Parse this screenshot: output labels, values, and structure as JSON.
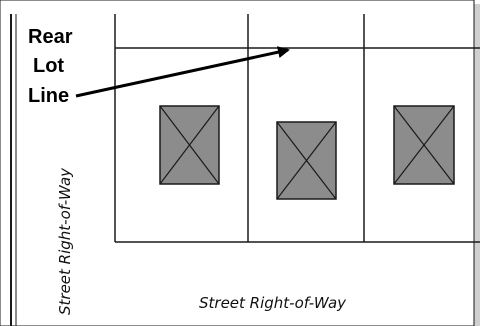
{
  "labels": {
    "rear_lot_line_1": "Rear",
    "rear_lot_line_2": "Lot",
    "rear_lot_line_3": "Line",
    "street_vertical": "Street Right-of-Way",
    "street_horizontal": "Street Right-of-Way"
  },
  "colors": {
    "background": "#ffffff",
    "lines": "#1a1a1a",
    "building_fill": "#8c8c8c",
    "outer_shadow": "#c8c8c8"
  },
  "lots": [
    {
      "id": "lot-1",
      "building": true
    },
    {
      "id": "lot-2",
      "building": true
    },
    {
      "id": "lot-3",
      "building": true
    }
  ]
}
